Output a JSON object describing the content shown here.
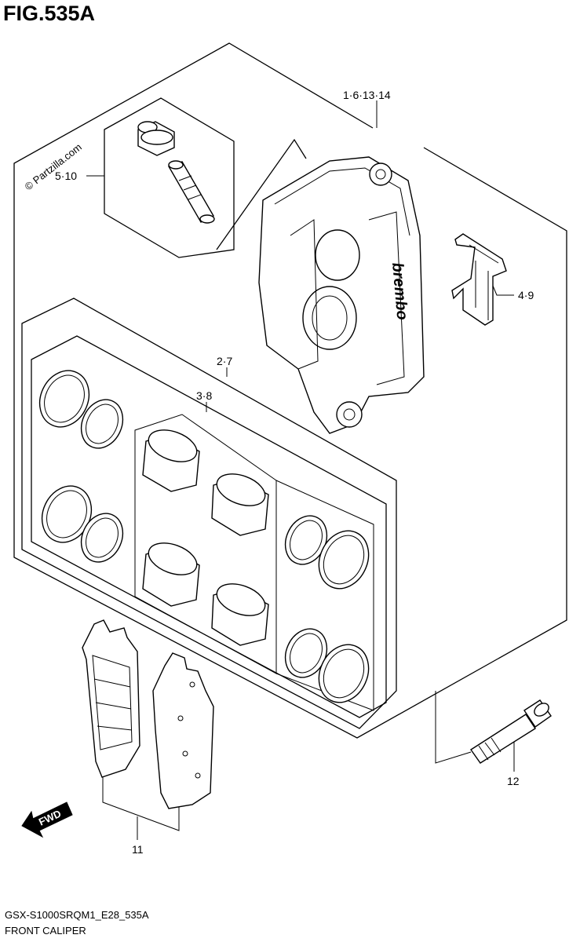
{
  "figure": {
    "title": "FIG.535A",
    "code": "GSX-S1000SRQM1_E28_535A",
    "name": "FRONT CALIPER",
    "watermark": "© Partzilla.com"
  },
  "callouts": {
    "caliper": "1·6·13·14",
    "bleeder_set": "5·10",
    "pad_spring": "4·9",
    "seal_set_outer": "2·7",
    "piston_set": "3·8",
    "pad_set": "11",
    "mounting_bolt": "12"
  },
  "badges": {
    "forward": "FWD",
    "brand": "brembo"
  }
}
